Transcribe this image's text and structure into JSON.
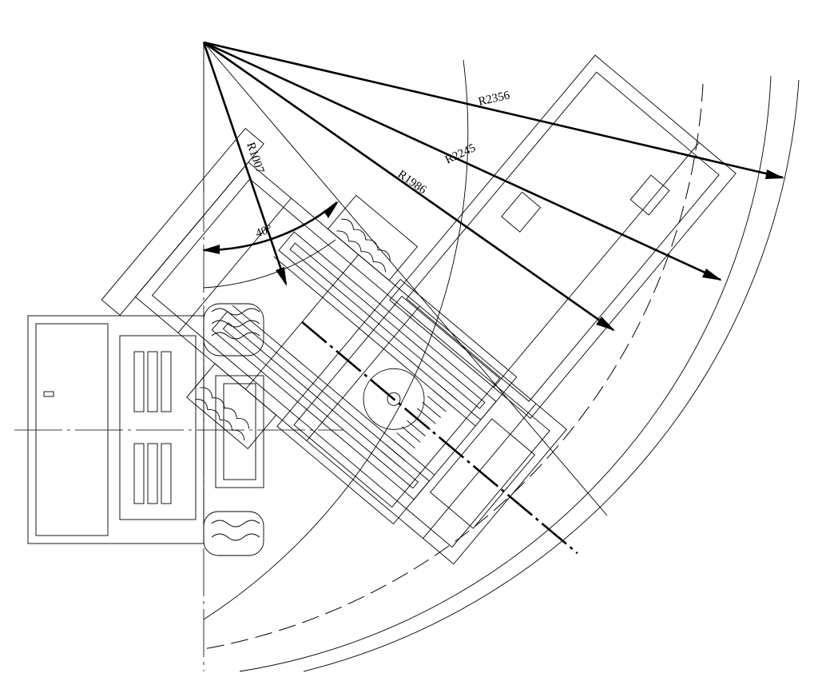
{
  "dimensions": {
    "r2356": "R2356",
    "r2245": "R2245",
    "r1986": "R1986",
    "r1007": "R1007",
    "angle": "40°"
  }
}
